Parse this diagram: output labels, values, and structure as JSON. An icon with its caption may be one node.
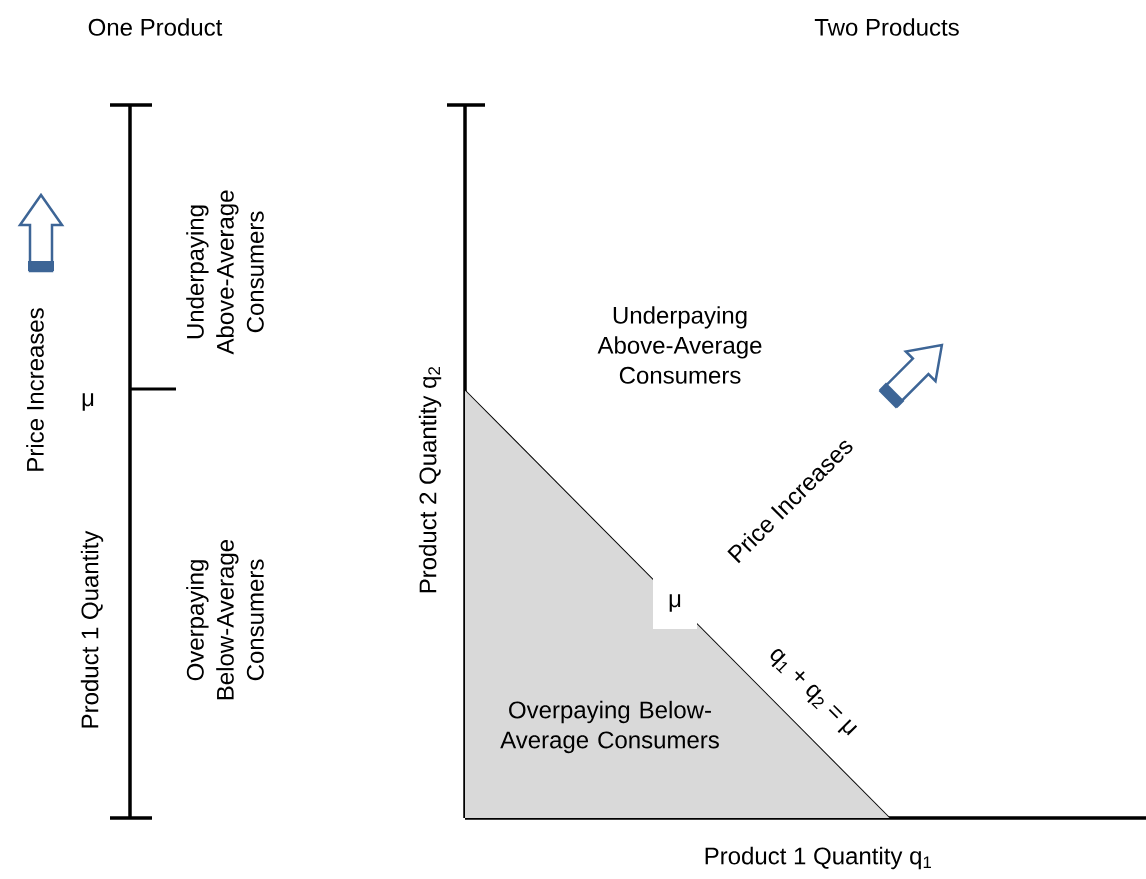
{
  "diagram": {
    "nodes": [
      {
        "text": [
          "Overpaying Below-Average Consumers"
        ]
      }
    ],
    "labels": [
      "One Product",
      "Two Products",
      "Underpaying Above-Average Consumers",
      "Price Increases",
      "μ",
      "Product 1 Quantity",
      "Overpaying Below-Average Consumers",
      "Underpaying Above-Average Consumers",
      "Price Increases",
      "Product 2 Quantity q$_{2}$",
      "μ",
      "q$_{1}$ + q$_{2}$ = μ",
      "Product 1 Quantity q$_{1}$"
    ]
  }
}
